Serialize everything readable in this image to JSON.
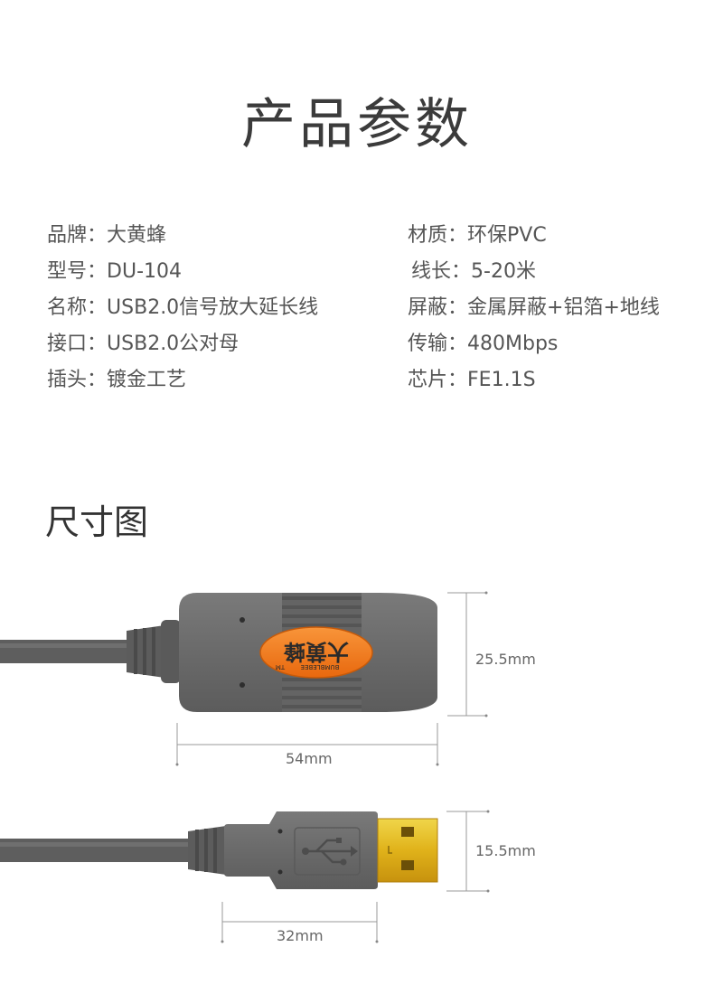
{
  "title": "产品参数",
  "specs_left": [
    {
      "label": "品牌",
      "value": "大黄蜂"
    },
    {
      "label": "型号",
      "value": "DU-104"
    },
    {
      "label": "名称",
      "value": "USB2.0信号放大延长线"
    },
    {
      "label": "接口",
      "value": "USB2.0公对母"
    },
    {
      "label": "插头",
      "value": "镀金工艺"
    }
  ],
  "specs_right": [
    {
      "label": "材质",
      "value": "环保PVC"
    },
    {
      "label": "线长",
      "value": "5-20米"
    },
    {
      "label": "屏蔽",
      "value": "金属屏蔽+铝箔+地线"
    },
    {
      "label": "传输",
      "value": "480Mbps"
    },
    {
      "label": "芯片",
      "value": "FE1.1S"
    }
  ],
  "separator": "：",
  "dimension_section": {
    "title": "尺寸图",
    "female": {
      "height": "25.5mm",
      "length": "54mm"
    },
    "male": {
      "height": "15.5mm",
      "length": "32mm"
    },
    "logo_text": "大黄蜂",
    "logo_sub": "BUMBLEBEE",
    "logo_tm": "TM"
  },
  "colors": {
    "cable": "#5b5b5b",
    "housing": "#6e6e6e",
    "logo": "#f07a1a",
    "gold": "#e0b21a"
  }
}
